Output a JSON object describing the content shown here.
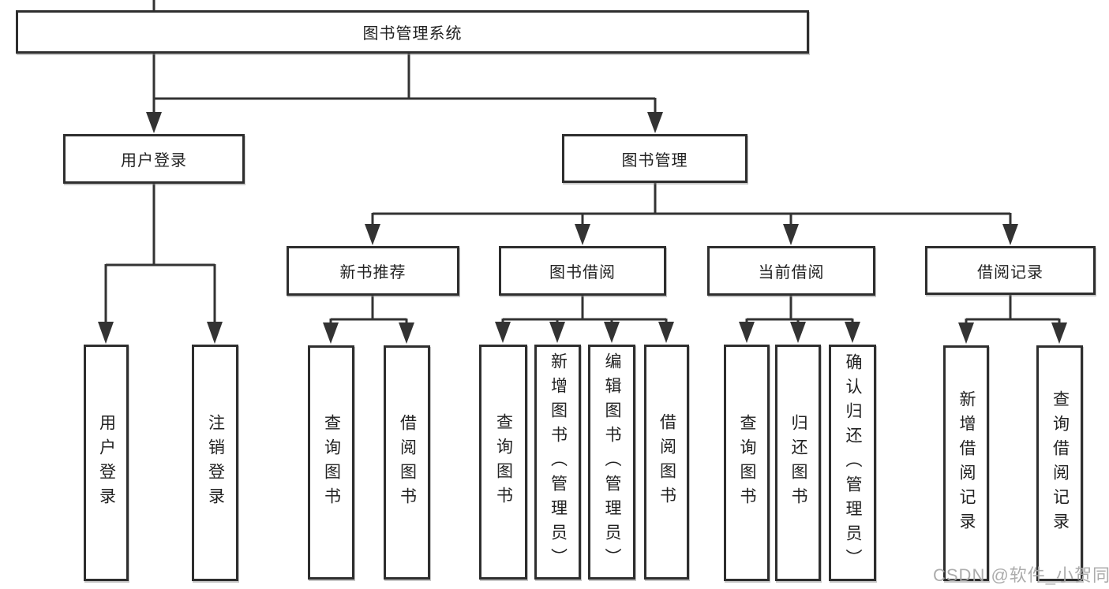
{
  "diagram": {
    "type": "hierarchy-tree",
    "title": "图书管理系统",
    "colors": {
      "line": "#333333",
      "box_border": "#2e2e2e",
      "box_background": "#ffffff",
      "text": "#222222",
      "watermark": "#a8a8a8"
    },
    "tree": {
      "label": "图书管理系统",
      "children": [
        {
          "label": "用户登录",
          "children": [
            {
              "label": "用户登录"
            },
            {
              "label": "注销登录"
            }
          ]
        },
        {
          "label": "图书管理",
          "children": [
            {
              "label": "新书推荐",
              "children": [
                {
                  "label": "查询图书"
                },
                {
                  "label": "借阅图书"
                }
              ]
            },
            {
              "label": "图书借阅",
              "children": [
                {
                  "label": "查询图书"
                },
                {
                  "label": "新增图书（管理员）"
                },
                {
                  "label": "编辑图书（管理员）"
                },
                {
                  "label": "借阅图书"
                }
              ]
            },
            {
              "label": "当前借阅",
              "children": [
                {
                  "label": "查询图书"
                },
                {
                  "label": "归还图书"
                },
                {
                  "label": "确认归还（管理员）"
                }
              ]
            },
            {
              "label": "借阅记录",
              "children": [
                {
                  "label": "新增借阅记录"
                },
                {
                  "label": "查询借阅记录"
                }
              ]
            }
          ]
        }
      ]
    },
    "watermark": "CSDN @软件_小贺同学"
  }
}
